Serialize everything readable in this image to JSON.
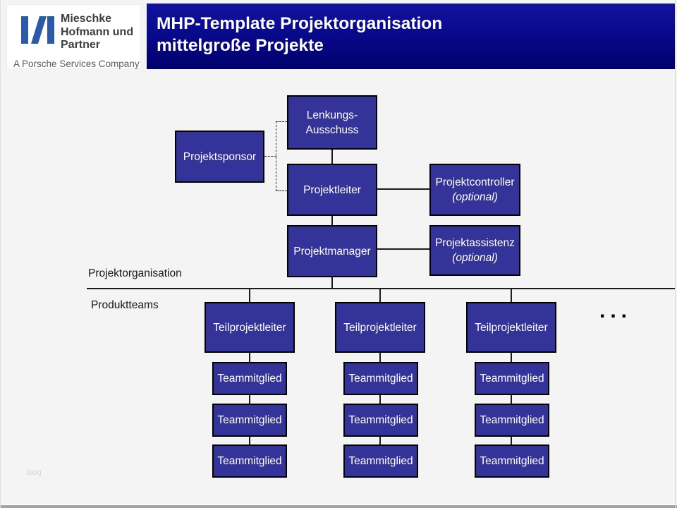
{
  "header": {
    "logo": {
      "name_line1": "Mieschke",
      "name_line2": "Hofmann und",
      "name_line3": "Partner",
      "tagline": "A Porsche Services Company",
      "mark_color": "#2B5AA8"
    },
    "title_line1": "MHP-Template Projektorganisation",
    "title_line2": "mittelgroße Projekte",
    "banner_color": "#0a0a90"
  },
  "chart": {
    "type": "org-chart",
    "nodes": {
      "lenkungsausschuss": {
        "line1": "Lenkungs-",
        "line2": "Ausschuss"
      },
      "projektsponsor": {
        "label": "Projektsponsor"
      },
      "projektleiter": {
        "label": "Projektleiter"
      },
      "projektcontroller": {
        "label": "Projektcontroller",
        "note": "(optional)"
      },
      "projektmanager": {
        "label": "Projektmanager"
      },
      "projektassistenz": {
        "label": "Projektassistenz",
        "note": "(optional)"
      },
      "teilprojektleiter": {
        "label": "Teilprojektleiter"
      },
      "teammitglied": {
        "label": "Teammitglied"
      }
    },
    "hierarchy_note": {
      "solid_chain": [
        "Lenkungs-Ausschuss",
        "Projektleiter",
        "Projektmanager",
        "Teilprojektleiter",
        "Teammitglied"
      ],
      "dashed_link": "Projektsponsor to Lenkungs-Ausschuss and Projektleiter",
      "side_links": [
        "Projektleiter to Projektcontroller (optional)",
        "Projektmanager to Projektassistenz (optional)"
      ],
      "team_columns": 3,
      "team_rows_per_column": 3
    },
    "sections": {
      "top_label": "Projektorganisation",
      "bottom_label": "Produktteams"
    },
    "ellipsis": "...",
    "box_fill_color": "#333399",
    "box_text_color": "#ffffff"
  },
  "footer": {
    "watermark": "blog"
  }
}
